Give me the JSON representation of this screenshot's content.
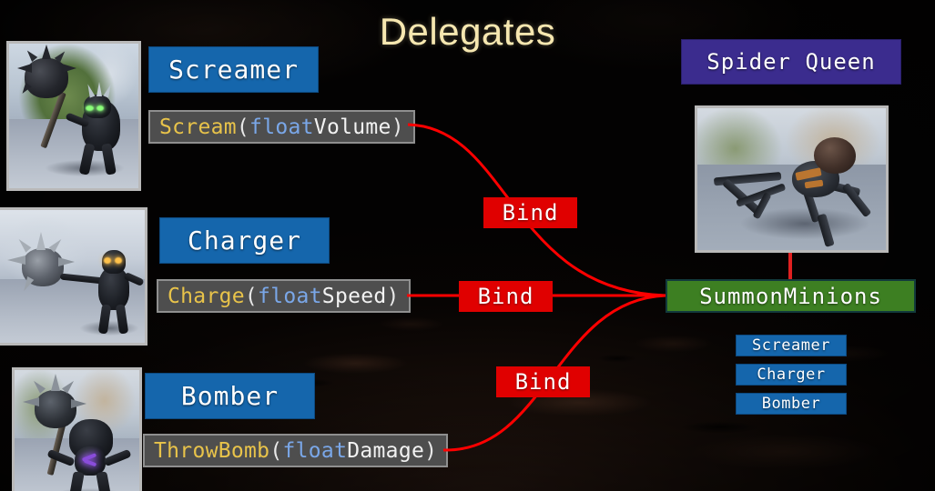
{
  "title": "Delegates",
  "theme": {
    "accent_blue": "#1566ac",
    "accent_purple": "#3b2c8e",
    "accent_green": "#3d7f22",
    "accent_red": "#e00000",
    "title_color": "#f6e7b0",
    "code_bg": "#4e4e4e",
    "code_border": "#8f8f8f",
    "token_function": "#e8c34a",
    "token_type": "#7aa7e8",
    "token_param": "#f2f2f2",
    "background": "#050302"
  },
  "left_column": [
    {
      "name": "screamer",
      "class_label": "Screamer",
      "signature": {
        "fn": "Scream",
        "open_paren": "(",
        "type": "float",
        "param": " Volume",
        "close_paren": ")"
      },
      "thumbnail_alt": "screamer-character-render"
    },
    {
      "name": "charger",
      "class_label": "Charger",
      "signature": {
        "fn": "Charge",
        "open_paren": "(",
        "type": "float",
        "param": " Speed",
        "close_paren": ")"
      },
      "thumbnail_alt": "charger-character-render"
    },
    {
      "name": "bomber",
      "class_label": "Bomber",
      "signature": {
        "fn": "ThrowBomb",
        "open_paren": "(",
        "type": "float",
        "param": " Damage",
        "close_paren": ")"
      },
      "thumbnail_alt": "bomber-character-render"
    }
  ],
  "connections": [
    {
      "name": "bind-screamer",
      "label": "Bind"
    },
    {
      "name": "bind-charger",
      "label": "Bind"
    },
    {
      "name": "bind-bomber",
      "label": "Bind"
    }
  ],
  "right_column": {
    "owner_label": "Spider Queen",
    "thumbnail_alt": "spider-queen-character-render",
    "delegate_label": "SummonMinions",
    "bound_targets": [
      {
        "label": "Screamer"
      },
      {
        "label": "Charger"
      },
      {
        "label": "Bomber"
      }
    ]
  }
}
